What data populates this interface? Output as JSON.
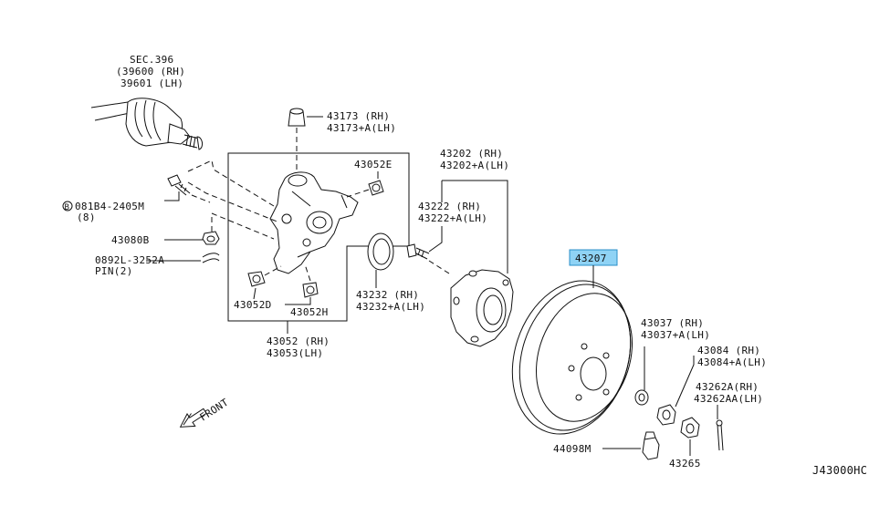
{
  "labels": {
    "sec": "SEC.396",
    "sec_rh": "(39600 (RH)",
    "sec_lh": "39601 (LH)",
    "p43173_rh": "43173 (RH)",
    "p43173_lh": "43173+A(LH)",
    "p43052e": "43052E",
    "bolt_code": "081B4-2405M",
    "bolt_qty": "(8)",
    "bolt_circle": "B",
    "p43080b": "43080B",
    "pin_code": "0892L-3252A",
    "pin_label": "PIN(2)",
    "p43052d": "43052D",
    "p43052h": "43052H",
    "p43052_rh": "43052 (RH)",
    "p43053_lh": "43053(LH)",
    "p43202_rh": "43202 (RH)",
    "p43202_lh": "43202+A(LH)",
    "p43222_rh": "43222 (RH)",
    "p43222_lh": "43222+A(LH)",
    "p43232_rh": "43232 (RH)",
    "p43232_lh": "43232+A(LH)",
    "p43207": "43207",
    "p43037_rh": "43037 (RH)",
    "p43037_lh": "43037+A(LH)",
    "p43084_rh": "43084 (RH)",
    "p43084_lh": "43084+A(LH)",
    "p43262a_rh": "43262A(RH)",
    "p43262aa_lh": "43262AA(LH)",
    "p44098m": "44098M",
    "p43265": "43265",
    "front": "FRONT",
    "diagram_code": "J43000HC"
  },
  "colors": {
    "highlight": "#8fd3f5",
    "line": "#111111"
  }
}
